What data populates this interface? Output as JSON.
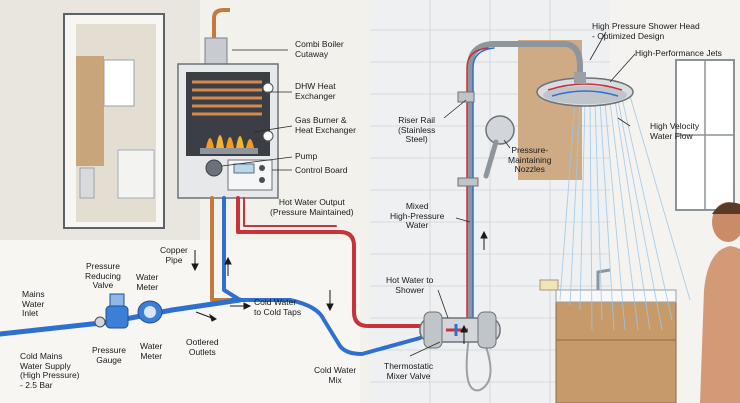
{
  "labels": {
    "combi_boiler": "Combi Boiler\nCutaway",
    "dhw_exchanger": "DHW Heat\nExchanger",
    "gas_burner": "Gas Burner &\nHeat Exchanger",
    "pump": "Pump",
    "control_board": "Control Board",
    "hot_water_output": "Hot Water Output\n(Pressure Maintained)",
    "copper_pipe": "Copper\nPipe",
    "pressure_reducing_valve": "Pressure\nReducing\nValve",
    "water_meter_top": "Water\nMeter",
    "mains_water_inlet": "Mains\nWater\nInlet",
    "cold_water_to_taps": "Cold Water\nto Cold Taps",
    "pressure_gauge": "Pressure\nGauge",
    "water_meter_bottom": "Water\nMeter",
    "ootlered_outlets": "Ootlered\nOutlets",
    "cold_mains_supply": "Cold Mains\nWater Supply\n(High Pressure)\n- 2.5 Bar",
    "cold_water_mix": "Cold Water\nMix",
    "thermostatic_mixer": "Thermostatic\nMixer Valve",
    "hot_water_to_shower": "Hot Water to\nShower",
    "mixed_high_pressure": "Mixed\nHigh-Pressure\nWater",
    "riser_rail": "Riser Rail\n(Stainless\nSteel)",
    "pressure_nozzles": "Pressure-\nMaintaining\nNozzles",
    "shower_head": "High Pressure Shower Head\n- Optimized Design",
    "high_perf_jets": "High-Performance Jets",
    "high_velocity": "High Velocity\nWater Flow"
  },
  "colors": {
    "hot_pipe": "#c8333a",
    "cold_pipe": "#2f6fd0",
    "copper": "#c47a3e",
    "tile": "#eef0f1",
    "boiler_case": "#e6e8ea"
  }
}
